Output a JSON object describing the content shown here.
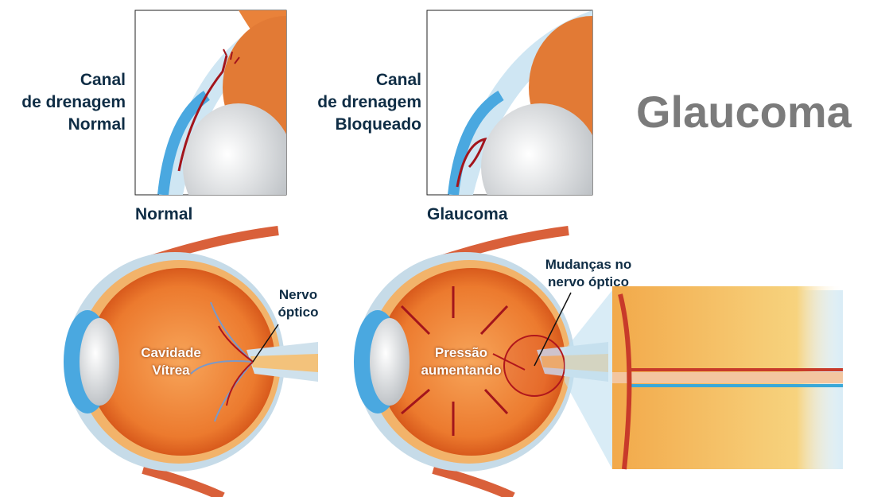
{
  "title": "Glaucoma",
  "insets": {
    "normal": {
      "side_label": [
        "Canal",
        "de drenagem",
        "Normal"
      ],
      "caption": "Normal"
    },
    "glaucoma": {
      "side_label": [
        "Canal",
        "de drenagem",
        "Bloqueado"
      ],
      "caption": "Glaucoma"
    }
  },
  "eyes": {
    "normal": {
      "cavity_label": [
        "Cavidade",
        "Vítrea"
      ],
      "nerve_label": [
        "Nervo",
        "óptico"
      ]
    },
    "glaucoma": {
      "pressure_label": [
        "Pressão",
        "aumentando"
      ],
      "nerve_change_label": [
        "Mudanças no",
        "nervo óptico"
      ]
    }
  },
  "colors": {
    "text": "#0f2d45",
    "title": "#7b7b7b",
    "eye_orange": "#e8762c",
    "arrow": "#b0161c"
  }
}
